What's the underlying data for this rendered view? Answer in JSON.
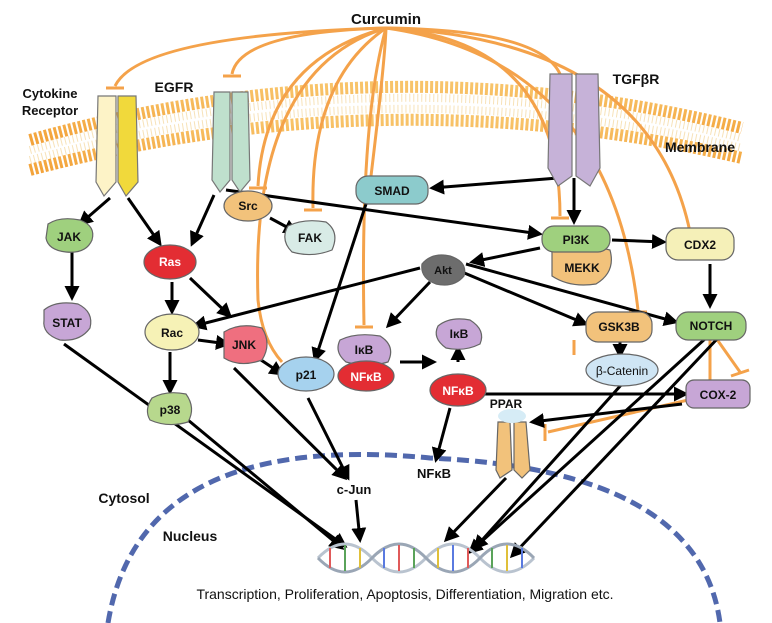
{
  "title": "Curcumin",
  "receptors": {
    "cytokine_line1": "Cytokine",
    "cytokine_line2": "Receptor",
    "egfr": "EGFR",
    "tgfbr": "TGFβR"
  },
  "regions": {
    "membrane": "Membrane",
    "cytosol": "Cytosol",
    "nucleus": "Nucleus"
  },
  "nodes": {
    "jak": "JAK",
    "ras": "Ras",
    "src": "Src",
    "fak": "FAK",
    "smad": "SMAD",
    "pi3k": "PI3K",
    "mekk": "MEKK",
    "cdx2": "CDX2",
    "stat": "STAT",
    "akt": "Akt",
    "rac": "Rac",
    "jnk": "JNK",
    "p21": "p21",
    "ikb_bound": "IκB",
    "nfkb_bound": "NFκB",
    "ikb_free": "IκB",
    "nfkb_free": "NFκB",
    "gsk3b": "GSK3B",
    "notch": "NOTCH",
    "bcatenin": "β-Catenin",
    "cox2": "COX-2",
    "ppar": "PPAR",
    "p38": "p38",
    "cjun": "c-Jun",
    "nfkb_nuclear": "NFκB"
  },
  "footer": "Transcription, Proliferation, Apoptosis, Differentiation, Migration etc.",
  "colors": {
    "inhibition": "#f4a24a",
    "activation": "#000000",
    "nucleus_border": "#5168ad",
    "membrane": "#f6b64a",
    "red_node": "#e32d33",
    "green_node": "#9fd07e",
    "purple_node": "#c7a6d6",
    "blue_node": "#a6d2ee"
  }
}
